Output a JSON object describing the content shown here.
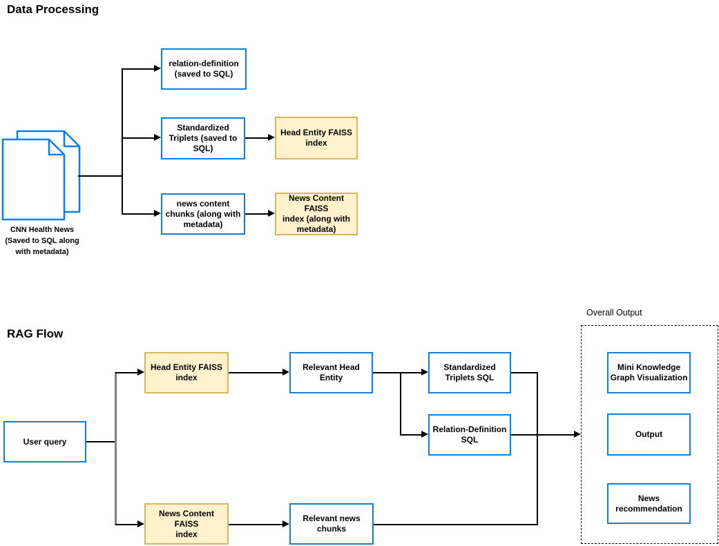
{
  "colors": {
    "blue_stroke": "#0f80e0",
    "yellow_fill": "#fff2cc",
    "yellow_stroke": "#d6b656",
    "connector_black": "#000000",
    "connector_gray": "#808080",
    "text": "#000000",
    "background": "#ffffff"
  },
  "sections": {
    "data_processing": {
      "title": "Data Processing",
      "source_label": "CNN Health News\n(Saved to SQL along\nwith metadata)",
      "nodes": {
        "relation_definition": "relation-definition\n(saved to SQL)",
        "standardized_triplets": "Standardized\nTriplets (saved to\nSQL)",
        "news_content_chunks": "news content\nchunks (along with\nmetadata)",
        "head_entity_faiss_index": "Head Entity FAISS\nindex",
        "news_content_faiss_index": "News Content FAISS\nindex (along with\nmetadata)"
      }
    },
    "rag_flow": {
      "title": "RAG Flow",
      "overall_output_label": "Overall Output",
      "nodes": {
        "user_query": "User query",
        "head_entity_faiss_index": "Head Entity FAISS\nindex",
        "news_content_faiss_index": "News Content FAISS\nindex",
        "relevant_head_entity": "Relevant Head\nEntity",
        "relevant_news_chunks": "Relevant news\nchunks",
        "standardized_triplets_sql": "Standardized\nTriplets SQL",
        "relation_definition_sql": "Relation-Definition\nSQL",
        "mini_knowledge_graph": "Mini Knowledge\nGraph Visualization",
        "output": "Output",
        "news_recommendation": "News\nrecommendation"
      }
    }
  }
}
